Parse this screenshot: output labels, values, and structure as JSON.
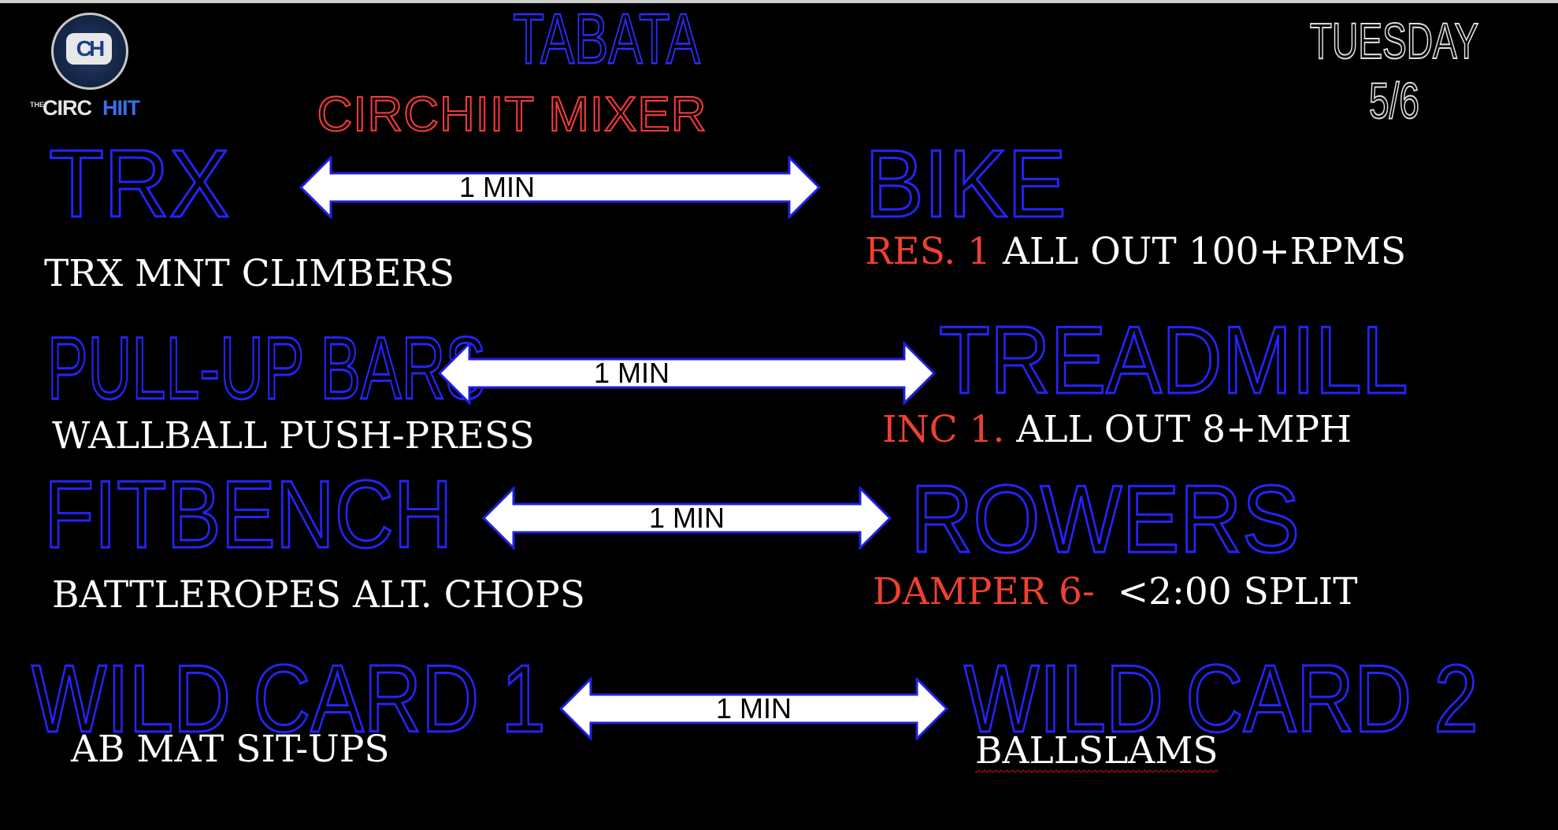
{
  "header": {
    "title": "TABATA",
    "subtitle": "CIRCHIIT MIXER",
    "date": "TUESDAY 5/6"
  },
  "logo": {
    "monogram": "CH",
    "word_the": "THE",
    "word_circ": "CIRC",
    "word_hiit": "HIIT"
  },
  "rows": [
    {
      "left_station": "TRX",
      "left_exercise": "TRX MNT CLIMBERS",
      "interval": "1 MIN",
      "right_station": "BIKE",
      "right_setting": "RES. 1",
      "right_exercise": "ALL OUT 100+RPMS"
    },
    {
      "left_station": "PULL-UP BARS",
      "left_exercise": "WALLBALL PUSH-PRESS",
      "interval": "1 MIN",
      "right_station": "TREADMILL",
      "right_setting": "INC 1.",
      "right_exercise": "ALL OUT 8+MPH"
    },
    {
      "left_station": "FITBENCH",
      "left_exercise": "BATTLEROPES ALT. CHOPS",
      "interval": "1 MIN",
      "right_station": "ROWERS",
      "right_setting": "DAMPER 6-",
      "right_exercise": "<2:00 SPLIT"
    },
    {
      "left_station": "WILD CARD 1",
      "left_exercise": "AB MAT SIT-UPS",
      "interval": "1 MIN",
      "right_station": "WILD CARD 2",
      "right_setting": "",
      "right_exercise": "BALLSLAMS"
    }
  ],
  "colors": {
    "background": "#000000",
    "station_outline": "#2424ff",
    "setting_red": "#f0402f",
    "subtitle_outline": "#ff3b3b",
    "exercise_text": "#ffffff"
  }
}
